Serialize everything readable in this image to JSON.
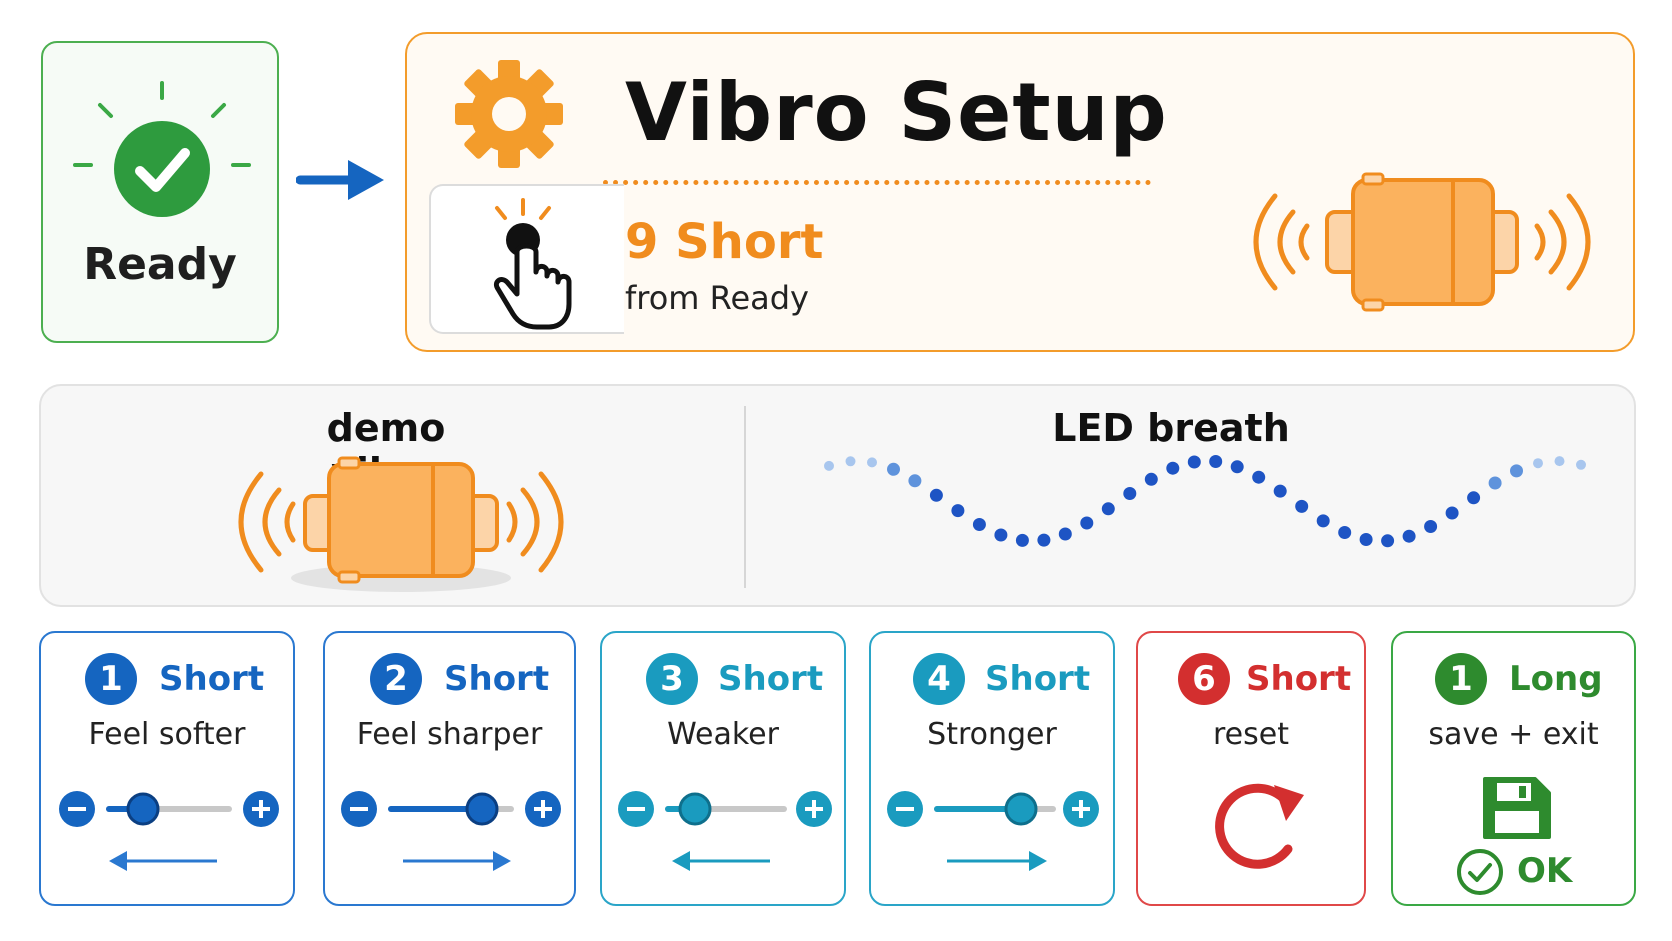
{
  "ready": {
    "label": "Ready",
    "icon": "check-circle-icon",
    "color": "#2e9b3e"
  },
  "setup": {
    "title": "Vibro Setup",
    "trigger_count": "9 Short",
    "trigger_source": "from Ready",
    "accent": "#f08c1e"
  },
  "demo": {
    "vibro_label": "demo vibro",
    "led_label": "LED breath"
  },
  "actions": [
    {
      "badge": "1",
      "type": "Short",
      "desc": "Feel softer",
      "color": "#1565c0",
      "slider_level": 0.2,
      "direction": "left"
    },
    {
      "badge": "2",
      "type": "Short",
      "desc": "Feel sharper",
      "color": "#1565c0",
      "slider_level": 0.8,
      "direction": "right"
    },
    {
      "badge": "3",
      "type": "Short",
      "desc": "Weaker",
      "color": "#1a9bbf",
      "slider_level": 0.2,
      "direction": "left"
    },
    {
      "badge": "4",
      "type": "Short",
      "desc": "Stronger",
      "color": "#1a9bbf",
      "slider_level": 0.8,
      "direction": "right"
    },
    {
      "badge": "6",
      "type": "Short",
      "desc": "reset",
      "color": "#d32f2f",
      "icon": "refresh-icon"
    },
    {
      "badge": "1",
      "type": "Long",
      "desc": "save + exit",
      "color": "#2e8b2e",
      "icon": "floppy-disk-icon",
      "ok_label": "OK"
    }
  ]
}
